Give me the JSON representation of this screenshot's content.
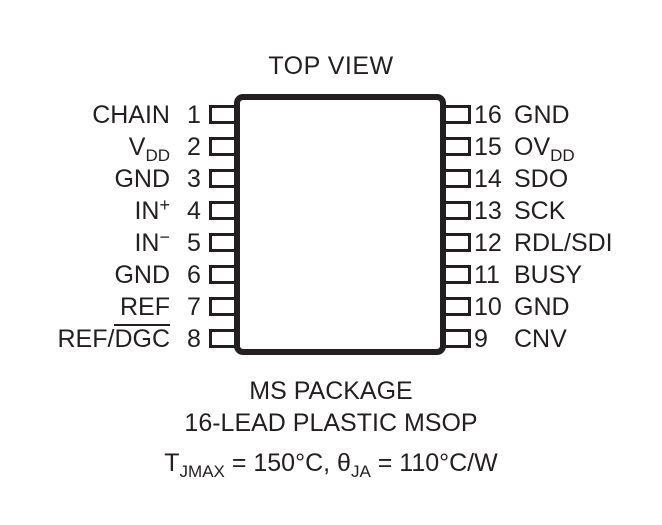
{
  "diagram": {
    "title": "TOP VIEW",
    "package_caption_line1": "MS PACKAGE",
    "package_caption_line2": "16-LEAD PLASTIC MSOP",
    "thermal": {
      "t_symbol": "T",
      "t_sub": "JMAX",
      "t_value": " = 150°C, ",
      "theta_symbol": "θ",
      "theta_sub": "JA",
      "theta_value": " = 110°C/W"
    },
    "colors": {
      "ink": "#231f20",
      "background": "#ffffff"
    },
    "pins_left": [
      {
        "number": "1",
        "name": "CHAIN"
      },
      {
        "number": "2",
        "name": "V",
        "sub": "DD"
      },
      {
        "number": "3",
        "name": "GND"
      },
      {
        "number": "4",
        "name": "IN",
        "sup": "+"
      },
      {
        "number": "5",
        "name": "IN",
        "sup": "−"
      },
      {
        "number": "6",
        "name": "GND"
      },
      {
        "number": "7",
        "name": "REF"
      },
      {
        "number": "8",
        "name": "REF/",
        "overline": "DGC"
      }
    ],
    "pins_right": [
      {
        "number": "16",
        "name": "GND"
      },
      {
        "number": "15",
        "name": "OV",
        "sub": "DD"
      },
      {
        "number": "14",
        "name": "SDO"
      },
      {
        "number": "13",
        "name": "SCK"
      },
      {
        "number": "12",
        "name": "RDL/SDI"
      },
      {
        "number": "11",
        "name": "BUSY"
      },
      {
        "number": "10",
        "name": "GND"
      },
      {
        "number": "9",
        "name": "CNV"
      }
    ]
  }
}
